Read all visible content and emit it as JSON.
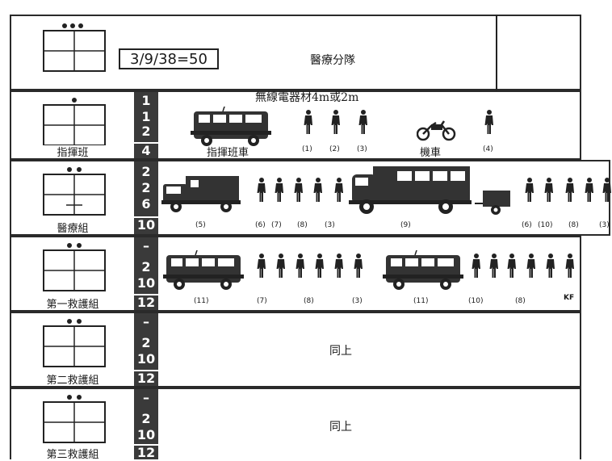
{
  "header": {
    "ratio": "3/9/38=50",
    "title": "醫療分隊"
  },
  "rows": [
    {
      "name": "指揮班",
      "strip": [
        "1",
        "1",
        "2",
        "4"
      ],
      "note": "無線電器材4m或2m",
      "vehicle_label": "指揮班車",
      "moto_label": "機車",
      "labels": [
        "(1)",
        "(2)",
        "(3)",
        "(4)"
      ]
    },
    {
      "name": "醫療組",
      "strip": [
        "2",
        "2",
        "6",
        "10"
      ],
      "labels": [
        "(5)",
        "(6)",
        "(7)",
        "(8)",
        "(3)",
        "(9)",
        "(6)",
        "(10)",
        "(8)",
        "(3)"
      ]
    },
    {
      "name": "第一救護組",
      "strip": [
        "–",
        "2",
        "10",
        "12"
      ],
      "labels": [
        "(11)",
        "(7)",
        "(8)",
        "(3)",
        "(11)",
        "(10)",
        "(8)",
        "KF"
      ]
    },
    {
      "name": "第二救護組",
      "strip": [
        "–",
        "2",
        "10",
        "12"
      ],
      "same": "同上"
    },
    {
      "name": "第三救護組",
      "strip": [
        "–",
        "2",
        "10",
        "12"
      ],
      "same": "同上"
    }
  ],
  "icons": [
    "unit-symbol-icon",
    "van-icon",
    "truck-icon",
    "bus-icon",
    "trailer-icon",
    "motorcycle-icon",
    "person-icon"
  ]
}
